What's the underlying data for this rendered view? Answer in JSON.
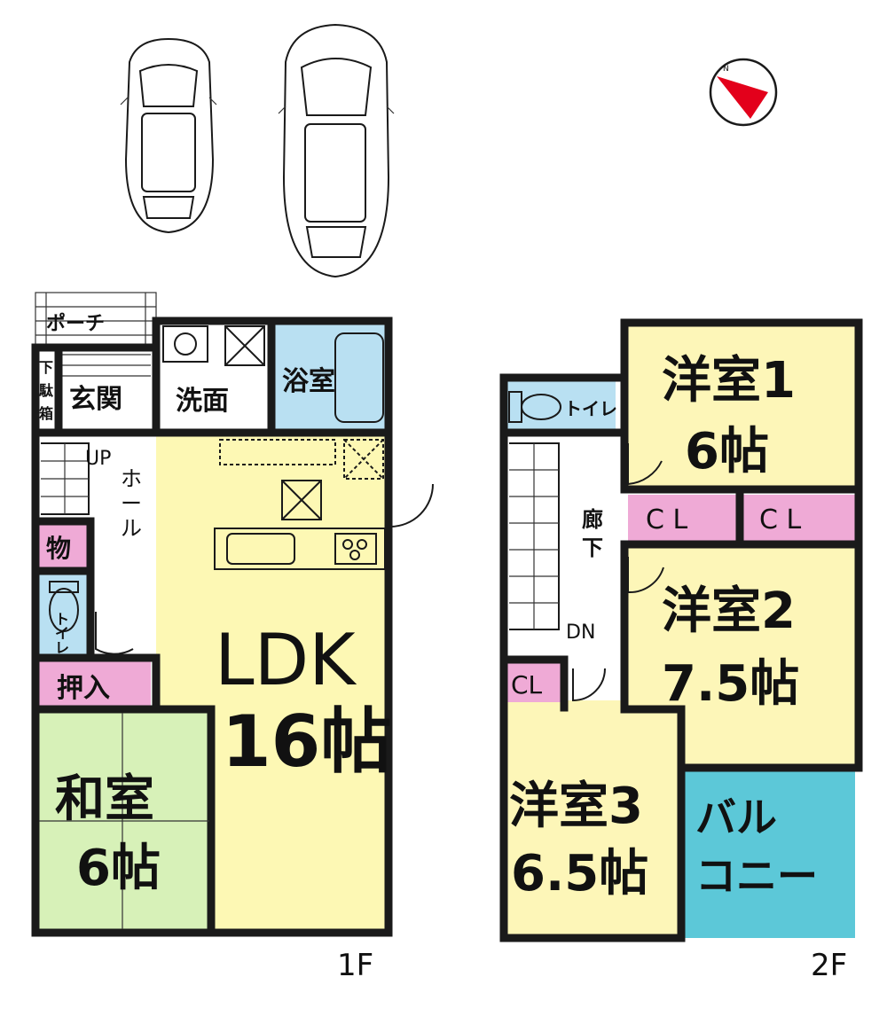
{
  "floor1": {
    "porch": "ポーチ",
    "shoe_box": "下駄箱",
    "entrance": "玄関",
    "washroom": "洗面",
    "bathroom": "浴室",
    "up": "UP",
    "hall": "ホール",
    "storage": "物",
    "toilet": "トイレ",
    "closet": "押入",
    "japanese_room": "和室",
    "japanese_room_size": "6帖",
    "ldk": "LDK",
    "ldk_size": "16帖",
    "label": "1F"
  },
  "floor2": {
    "toilet": "トイレ",
    "western_room_1": "洋室1",
    "western_room_1_size": "6帖",
    "cl_1": "C L",
    "cl_2": "C L",
    "corridor": "廊下",
    "dn": "DN",
    "western_room_2": "洋室2",
    "western_room_2_size": "7.5帖",
    "cl_3": "CL",
    "western_room_3": "洋室3",
    "western_room_3_size": "6.5帖",
    "balcony": "バルコニー",
    "label": "2F"
  },
  "colors": {
    "ldk": "#fdf8b4",
    "japanese_room": "#d7f1b8",
    "western_room": "#fdf6b8",
    "closet": "#efaad6",
    "bath": "#b9e0f2",
    "balcony": "#5cc8d8",
    "compass": "#e3001b"
  },
  "icons": {
    "compass": "north-compass-icon",
    "car": "car-icon"
  }
}
